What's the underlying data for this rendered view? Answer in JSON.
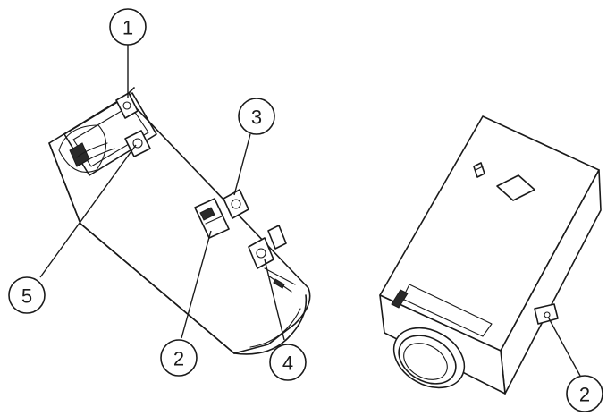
{
  "callouts": {
    "c1": "1",
    "c2a": "2",
    "c2b": "2",
    "c3": "3",
    "c4": "4",
    "c5": "5"
  },
  "colors": {
    "line": "#1a1a1a",
    "background": "#ffffff"
  }
}
